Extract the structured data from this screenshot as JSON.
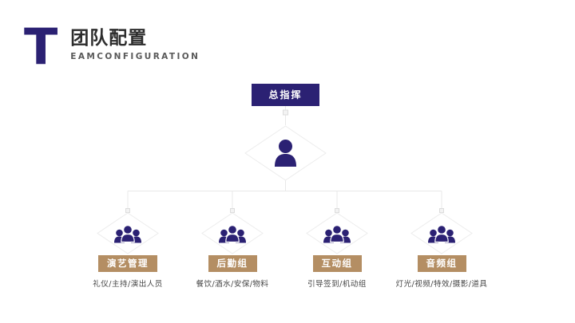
{
  "slide": {
    "header": {
      "drop_letter": "T",
      "title": "团队配置",
      "subtitle": "EAMCONFIGURATION"
    },
    "org_chart": {
      "root": {
        "label": "总指挥",
        "icon": "person-icon"
      },
      "groups": [
        {
          "label": "演艺管理",
          "description": "礼仪/主持/演出人员",
          "icon": "people-group-icon"
        },
        {
          "label": "后勤组",
          "description": "餐饮/酒水/安保/物料",
          "icon": "people-group-icon"
        },
        {
          "label": "互动组",
          "description": "引导签到/机动组",
          "icon": "people-group-icon"
        },
        {
          "label": "音频组",
          "description": "灯光/视频/特效/摄影/道具",
          "icon": "people-group-icon"
        }
      ]
    },
    "colors": {
      "navy": "#2b2173",
      "tan": "#b48e63",
      "connector_line": "#e8e8e8",
      "title_text": "#2d2d2d",
      "subtitle_text": "#595959",
      "description_text": "#454545",
      "background": "#ffffff"
    }
  }
}
